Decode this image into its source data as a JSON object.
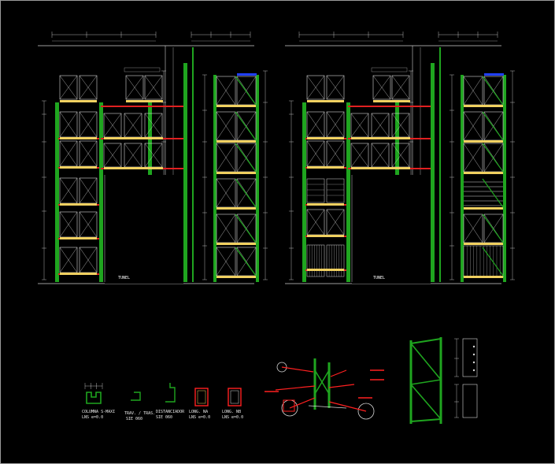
{
  "colors": {
    "background": "#000000",
    "upright": "#1fa51f",
    "beam_red": "#e02020",
    "pallet_base": "#f0d060",
    "box": "#d8d8d8",
    "dimension": "#e0e0e0",
    "callout": "#ff2020",
    "blue_top": "#2040ff",
    "floor": "#cfcfcf"
  },
  "elevations": {
    "left": {
      "tunnel_label": "TUNEL"
    },
    "right": {
      "tunnel_label": "TUNEL"
    }
  },
  "details": {
    "column": {
      "title": "COLUMNA S-MAXI",
      "subtitle": "LNS e=0.0"
    },
    "beam": {
      "title": "TRAV. / TRAS.",
      "subtitle": "SIE 060"
    },
    "spacer": {
      "title": "DISTANCIADOR",
      "subtitle": "SIE 060"
    },
    "level_a": {
      "title": "LONG. NA",
      "subtitle": "LNS e=0.0"
    },
    "level_b": {
      "title": "LONG. NB",
      "subtitle": "LNS e=0.0"
    }
  }
}
